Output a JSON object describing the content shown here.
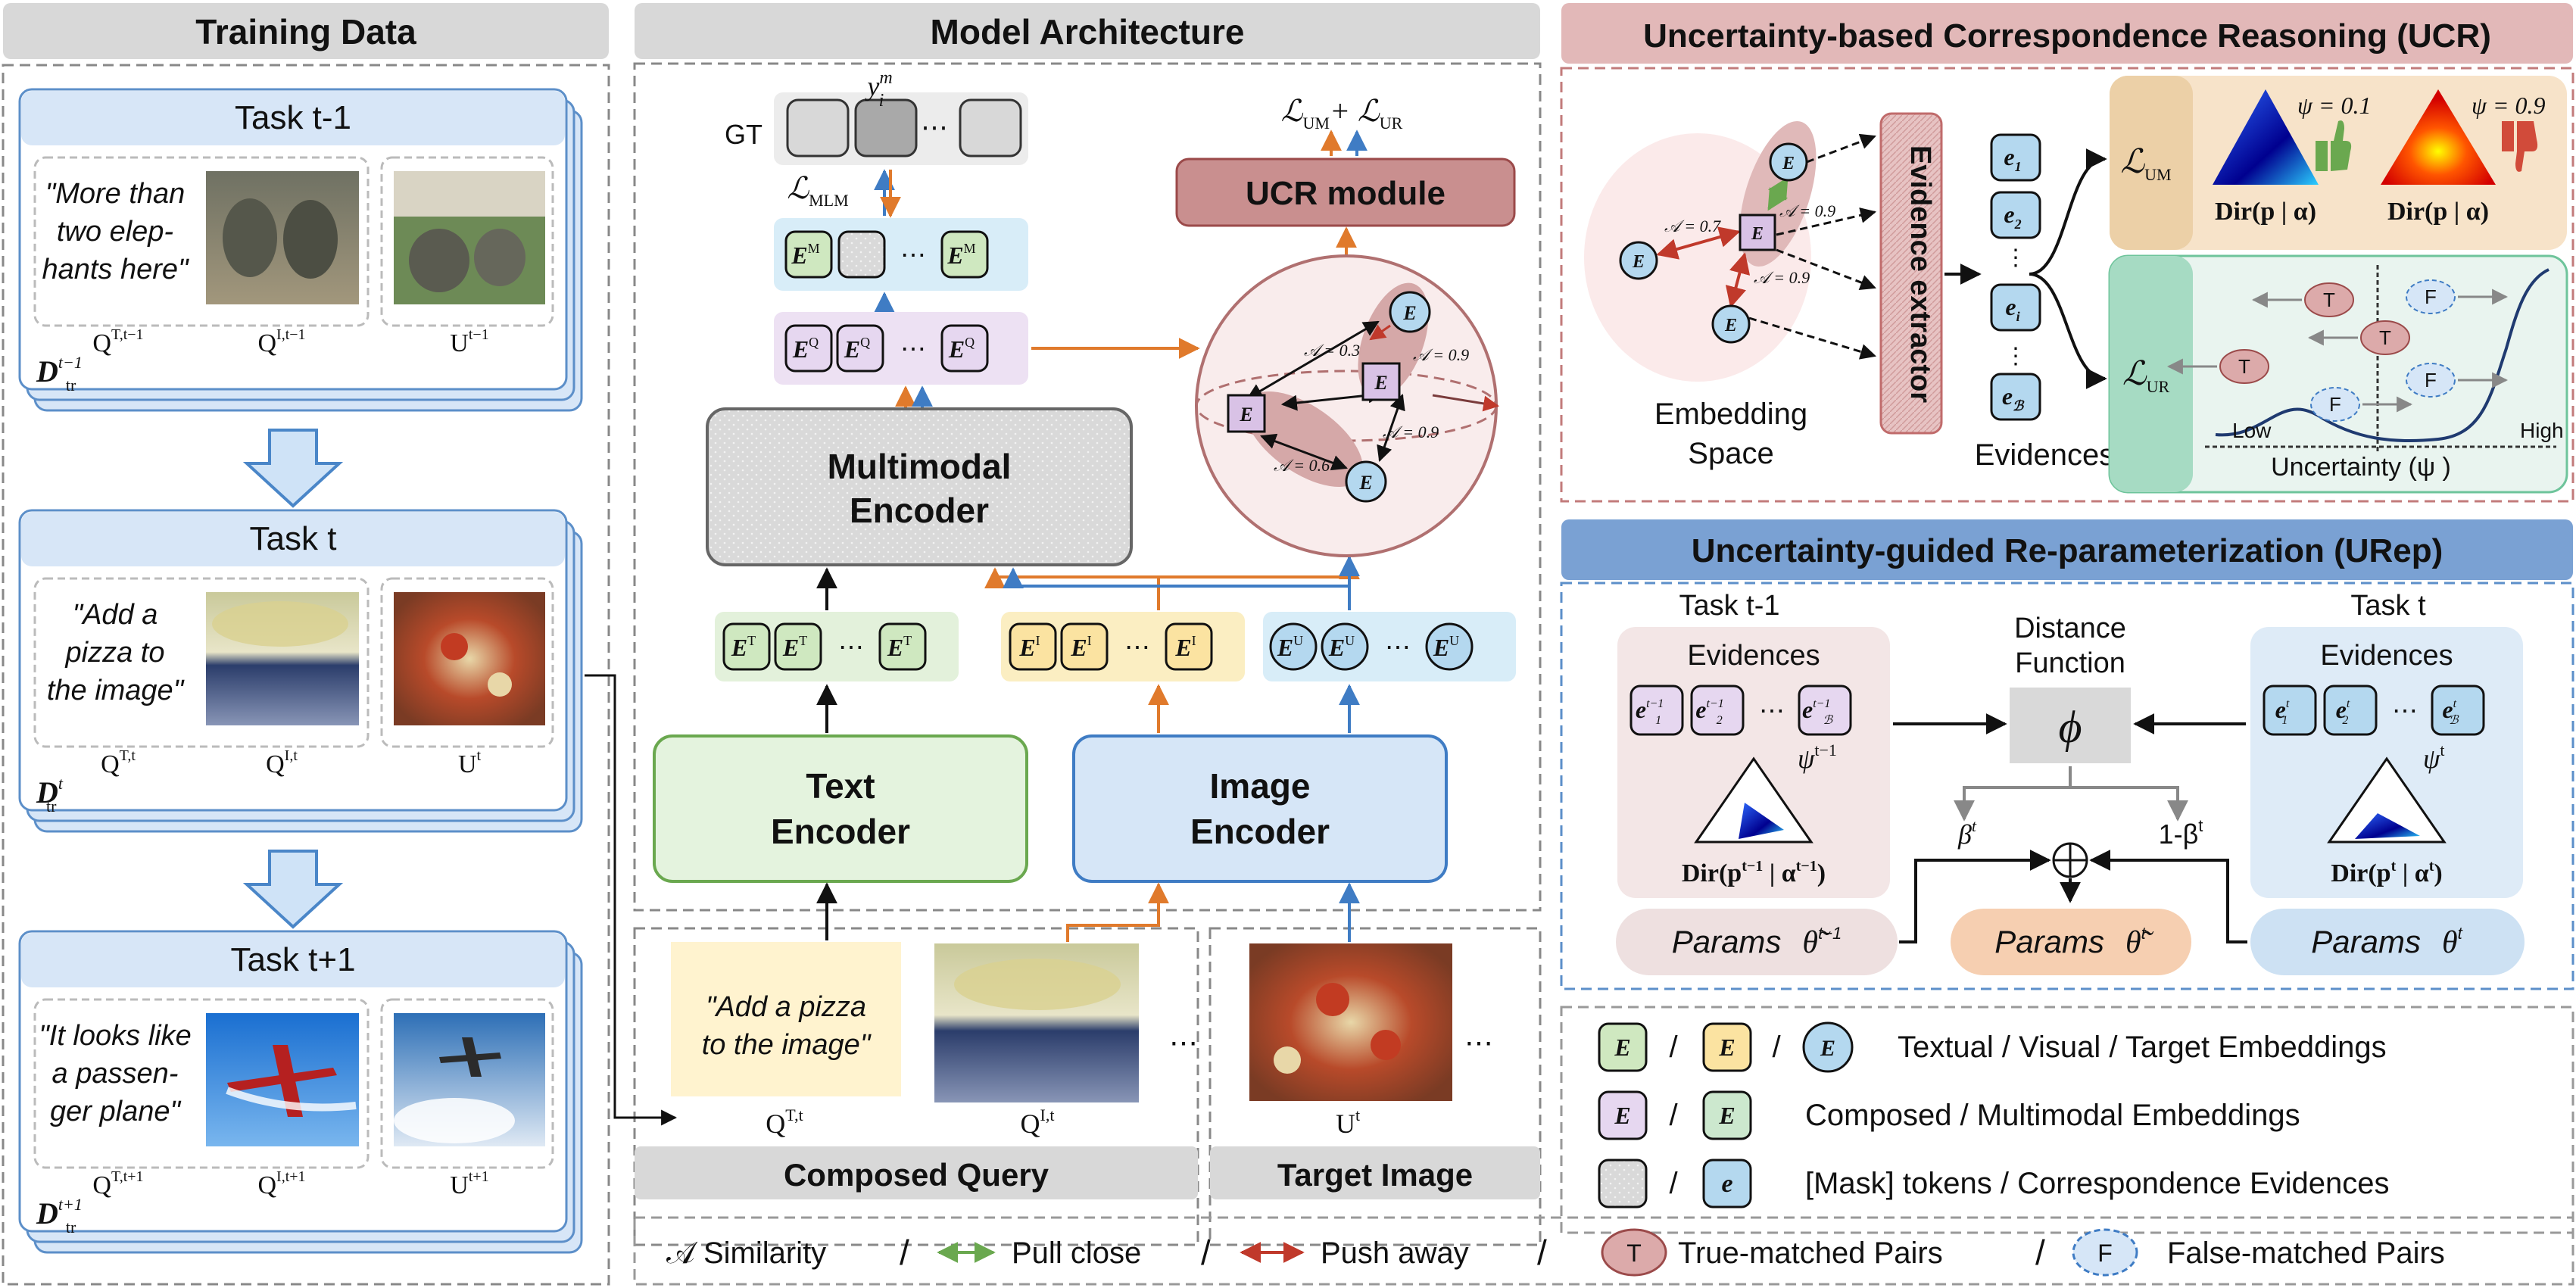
{
  "training": {
    "title": "Training Data",
    "tasks": [
      {
        "title": "Task t-1",
        "caption": [
          "\"More than",
          "two elep-",
          "hants here\""
        ],
        "q_text": "Q",
        "q_text_sup": "T,t−1",
        "q_img": "Q",
        "q_img_sup": "I,t−1",
        "u": "U",
        "u_sup": "t−1",
        "dataset": "D",
        "dataset_sup": "t−1",
        "dataset_sub": "tr"
      },
      {
        "title": "Task t",
        "caption": [
          "\"Add a",
          "pizza to",
          "the image\""
        ],
        "q_text": "Q",
        "q_text_sup": "T,t",
        "q_img": "Q",
        "q_img_sup": "I,t",
        "u": "U",
        "u_sup": "t",
        "dataset": "D",
        "dataset_sup": "t",
        "dataset_sub": "tr"
      },
      {
        "title": "Task t+1",
        "caption": [
          "\"It looks like",
          "a passen-",
          "ger plane\""
        ],
        "q_text": "Q",
        "q_text_sup": "T,t+1",
        "q_img": "Q",
        "q_img_sup": "I,t+1",
        "u": "U",
        "u_sup": "t+1",
        "dataset": "D",
        "dataset_sup": "t+1",
        "dataset_sub": "tr"
      }
    ]
  },
  "model": {
    "title": "Model Architecture",
    "gt_label": "GT",
    "gt_dots": "⋯",
    "y_label": "y",
    "y_sup": "m",
    "y_sub": "i",
    "loss_mlm": "ℒ",
    "loss_mlm_sub": "MLM",
    "loss_top": "ℒ",
    "loss_top_um": "UM",
    "loss_plus": "+ ℒ",
    "loss_top_ur": "UR",
    "ucr_module": "UCR module",
    "multimodal_encoder": [
      "Multimodal",
      "Encoder"
    ],
    "text_encoder": [
      "Text",
      "Encoder"
    ],
    "image_encoder": [
      "Image",
      "Encoder"
    ],
    "emb_dots": "⋯",
    "row_m": [
      "E",
      "M",
      "E",
      "M"
    ],
    "row_q": [
      "E",
      "Q",
      "E",
      "Q",
      "E",
      "Q"
    ],
    "row_t": [
      "E",
      "T",
      "E",
      "T",
      "E",
      "T"
    ],
    "row_i": [
      "E",
      "I",
      "E",
      "I",
      "E",
      "I"
    ],
    "row_u": [
      "E",
      "U",
      "E",
      "U",
      "E",
      "U"
    ],
    "sphere_sims": [
      "𝒜 = 0.3",
      "𝒜 = 0.9",
      "𝒜 = 0.9",
      "𝒜 = 0.6"
    ],
    "composed_query_caption": [
      "\"Add a pizza",
      "to the image\""
    ],
    "composed_query_label": "Composed Query",
    "target_image_label": "Target Image",
    "q_t_label": "Q",
    "q_t_sup": "T,t",
    "q_i_label": "Q",
    "q_i_sup": "I,t",
    "u_label": "U",
    "u_sup": "t",
    "cq_dots": "⋯"
  },
  "ucr": {
    "title": "Uncertainty-based Correspondence Reasoning (UCR)",
    "embedding_space": [
      "Embedding",
      "Space"
    ],
    "sims": [
      "𝒜 = 0.7",
      "𝒜 = 0.9",
      "𝒜 = 0.9"
    ],
    "evidence_extractor": "Evidence extractor",
    "evidences_label": "Evidences",
    "loss_um": "ℒ",
    "loss_um_sub": "UM",
    "loss_ur": "ℒ",
    "loss_ur_sub": "UR",
    "psi_low": "ψ = 0.1",
    "psi_high": "ψ = 0.9",
    "dir_label": "Dir(p | α)",
    "low": "Low",
    "high": "High",
    "uncertainty": "Uncertainty (ψ )",
    "t_badge": "T",
    "f_badge": "F"
  },
  "urep": {
    "title": "Uncertainty-guided Re-parameterization (URep)",
    "task_prev": "Task t-1",
    "task_cur": "Task t",
    "evidences": "Evidences",
    "distance": [
      "Distance",
      "Function"
    ],
    "phi": "ϕ",
    "psi_prev": "ψ",
    "psi_prev_sup": "t−1",
    "psi_cur": "ψ",
    "psi_cur_sup": "t",
    "dir_prev": "Dir(p",
    "dir_prev_tail": " | α",
    "dir_cur": "Dir(p",
    "dir_cur_tail": " | α",
    "beta": "β",
    "one_minus_beta": "1-β",
    "params": "Params",
    "theta_prev": "θ̃",
    "theta_prev_sup": "t−1",
    "theta_mid": "θ̃",
    "theta_mid_sup": "t",
    "theta_cur": "θ",
    "theta_cur_sup": "t",
    "oplus": "⊕"
  },
  "legend": {
    "row1": "Textual / Visual / Target Embeddings",
    "row2": "Composed / Multimodal Embeddings",
    "row3": "[Mask] tokens / Correspondence Evidences",
    "slash": "/",
    "similarity": "𝒜 Similarity",
    "pull": "Pull close",
    "push": "Push away",
    "true_pairs": "True-matched Pairs",
    "false_pairs": "False-matched Pairs"
  },
  "colors": {
    "blue_box": "#d9e8f8",
    "green_box": "#e4f3de",
    "gray_box": "#e6e6e6",
    "ucr_head": "#deb4b4",
    "urep_head": "#7aa1d3",
    "orange": "#e07a2c",
    "blue_arrow": "#3f7cc4",
    "red": "#c0392b",
    "green": "#6aa84f"
  }
}
